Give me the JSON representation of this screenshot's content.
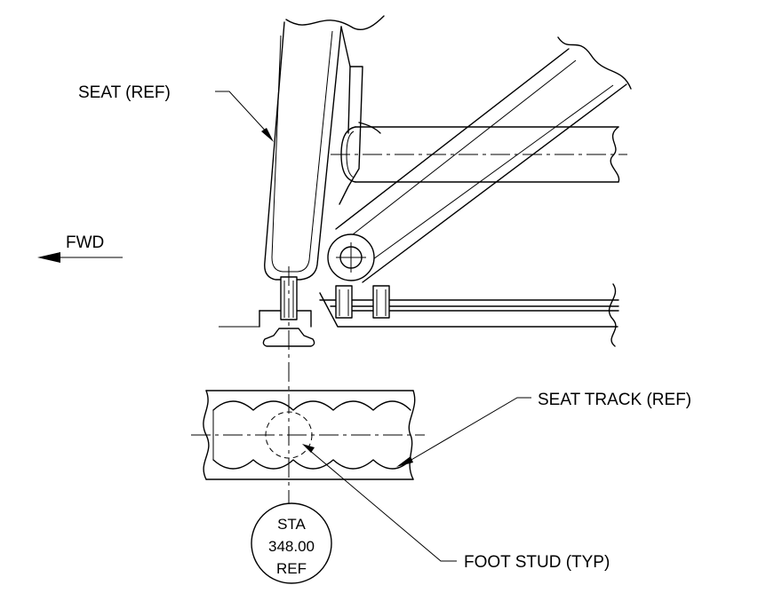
{
  "labels": {
    "seat": "SEAT (REF)",
    "fwd": "FWD",
    "seat_track": "SEAT TRACK (REF)",
    "foot_stud": "FOOT STUD (TYP)"
  },
  "station": {
    "line1": "STA",
    "line2": "348.00",
    "line3": "REF"
  }
}
